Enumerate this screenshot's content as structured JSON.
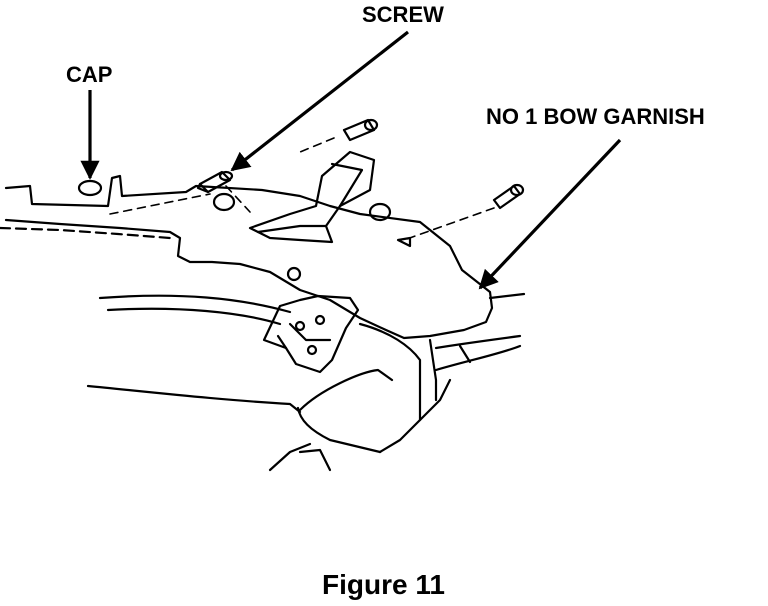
{
  "labels": {
    "screw": "SCREW",
    "cap": "CAP",
    "garnish": "NO 1 BOW GARNISH"
  },
  "caption": "Figure 11",
  "colors": {
    "ink": "#000000",
    "paper": "#ffffff"
  }
}
